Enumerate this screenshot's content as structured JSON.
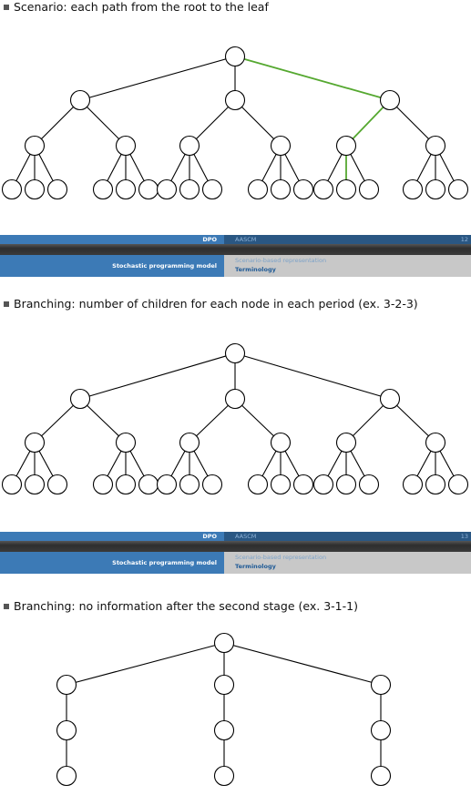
{
  "slides": [
    {
      "bullet": "Scenario: each path from the root to the leaf",
      "tree_branching": "3-2-3",
      "highlighted_path": "root → third child → first grandchild → second leaf",
      "highlight_color": "#55a830"
    },
    {
      "bullet": "Branching: number of children for each node in each period (ex. 3-2-3)",
      "tree_branching": "3-2-3"
    },
    {
      "bullet": "Branching: no information after the second stage (ex. 3-1-1)",
      "tree_branching": "3-1-1"
    }
  ],
  "footers": [
    {
      "short_title": "DPO",
      "institute": "AASCM",
      "page": "12",
      "section": "Stochastic programming model",
      "subsection_prev": "Scenario-based representation",
      "subsection_current": "Terminology"
    },
    {
      "short_title": "DPO",
      "institute": "AASCM",
      "page": "13",
      "section": "Stochastic programming model",
      "subsection_prev": "Scenario-based representation",
      "subsection_current": "Terminology"
    }
  ],
  "colors": {
    "beamer_blue": "#3c7ab6",
    "beamer_dark_blue": "#2a5783",
    "footer_gray": "#c8c8c8",
    "node_stroke": "#000000"
  }
}
